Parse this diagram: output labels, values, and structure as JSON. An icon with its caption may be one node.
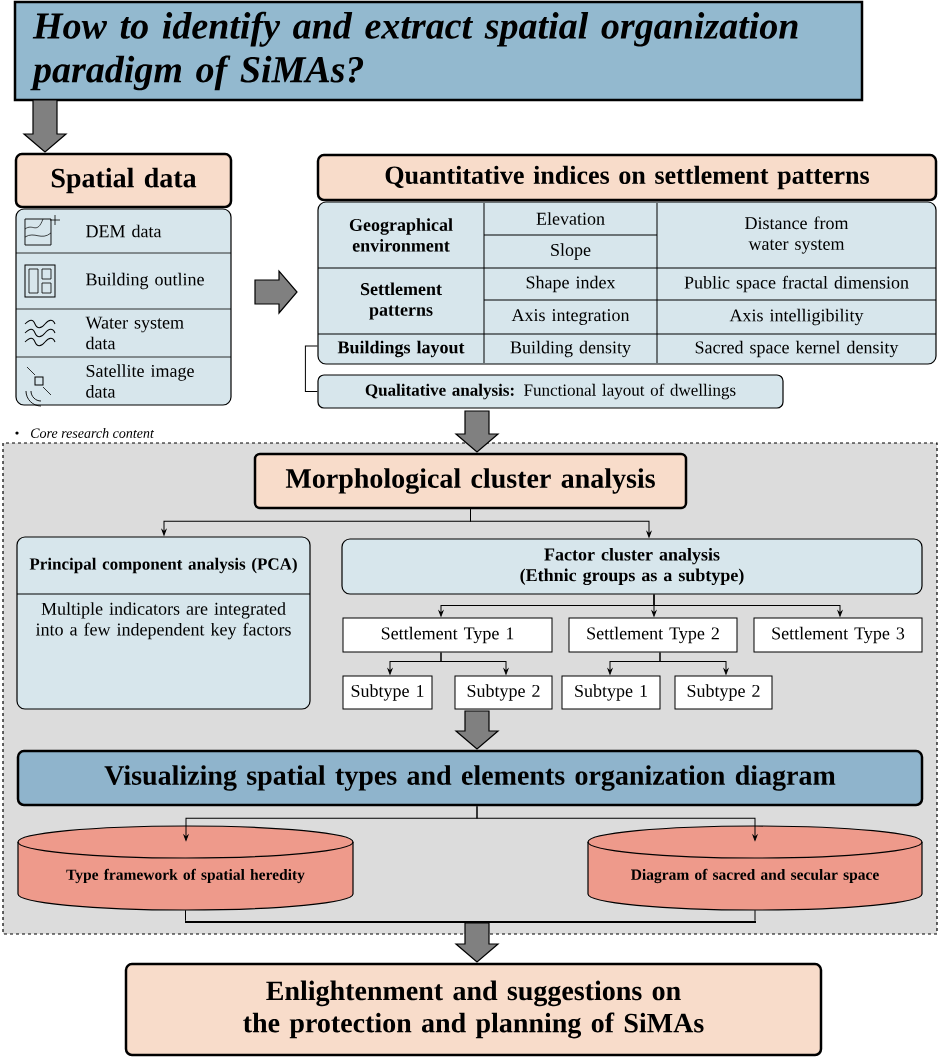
{
  "diagram": {
    "nodes": [
      {
        "text": [
          "How to identify and extract spatial organization paradigm of SiMAs?"
        ]
      },
      {
        "text": [
          "Spatial data"
        ]
      },
      {
        "text": [],
        "shape": "box"
      },
      {
        "text": [
          "DEM data"
        ],
        "in": 2
      },
      {
        "text": [
          "Building outline"
        ],
        "in": 2
      },
      {
        "text": [
          "Water system data"
        ],
        "in": 2
      },
      {
        "text": [
          "Satellite image data"
        ],
        "in": 2
      },
      {
        "text": [
          "Quantitative indices on settlement patterns"
        ]
      },
      {
        "text": [],
        "shape": "box"
      },
      {
        "text": [
          "**Qualitative analysis:** Functional layout of dwellings"
        ]
      },
      {
        "text": [
          "Core research content"
        ]
      },
      {
        "text": [
          "Morphological cluster analysis"
        ],
        "in": 10
      },
      {
        "text": [
          "Principal component analysis (PCA)",
          "Multiple indicators are integrated into a few independent key factors"
        ],
        "in": 10
      },
      {
        "text": [
          "Factor cluster analysis (Ethnic groups as a subtype)"
        ],
        "in": 10
      },
      {
        "text": [
          "Settlement Type 1"
        ],
        "in": 10
      },
      {
        "text": [
          "Settlement Type 2"
        ],
        "in": 10
      },
      {
        "text": [
          "Settlement Type 3"
        ],
        "in": 10
      },
      {
        "text": [
          "Subtype 1"
        ],
        "in": 10
      },
      {
        "text": [
          "Subtype 2"
        ],
        "in": 10
      },
      {
        "text": [
          "Subtype 1"
        ],
        "in": 10
      },
      {
        "text": [
          "Subtype 2"
        ],
        "in": 10
      },
      {
        "text": [
          "Visualizing spatial types and elements organization diagram"
        ],
        "in": 10
      },
      {
        "text": [
          "Type framework of spatial heredity"
        ],
        "in": 10
      },
      {
        "text": [
          "Diagram of sacred and secular space"
        ],
        "in": 10
      },
      {
        "text": [
          "Enlightenment and suggestions on the protection and planning of SiMAs"
        ]
      },
      {
        "text": [],
        "shape": "bar",
        "in": 10
      }
    ],
    "edges": [
      {
        "from": 0,
        "to": 1,
        "arrow": "to",
        "style": "thick"
      },
      {
        "from": 2,
        "to": 8,
        "arrow": "to",
        "style": "thick"
      },
      {
        "from": 8,
        "to": 9,
        "arrow": "none"
      },
      {
        "from": 9,
        "to": 11,
        "arrow": "to",
        "style": "thick"
      },
      {
        "from": 11,
        "to": 12,
        "arrow": "to"
      },
      {
        "from": 11,
        "to": 13,
        "arrow": "to"
      },
      {
        "from": 13,
        "to": 14,
        "arrow": "to"
      },
      {
        "from": 13,
        "to": 15,
        "arrow": "to"
      },
      {
        "from": 13,
        "to": 16,
        "arrow": "to"
      },
      {
        "from": 14,
        "to": 17,
        "arrow": "to"
      },
      {
        "from": 14,
        "to": 18,
        "arrow": "to"
      },
      {
        "from": 15,
        "to": 19,
        "arrow": "to"
      },
      {
        "from": 15,
        "to": 20,
        "arrow": "to"
      },
      {
        "from": 18,
        "to": 21,
        "arrow": "to",
        "style": "thick"
      },
      {
        "from": 21,
        "to": 22,
        "arrow": "to"
      },
      {
        "from": 21,
        "to": 23,
        "arrow": "to"
      },
      {
        "from": 22,
        "to": 25,
        "arrow": "none"
      },
      {
        "from": 23,
        "to": 25,
        "arrow": "none"
      },
      {
        "from": 25,
        "to": 24,
        "arrow": "to",
        "style": "thick"
      }
    ],
    "labels": [
      "Geographical environment",
      "Elevation",
      "Distance from water system",
      "Slope",
      "Settlement patterns",
      "Shape index",
      "Public space fractal dimension",
      "Axis integration",
      "Axis intelligibility",
      "Buildings layout",
      "Building density",
      "Sacred space kernel density"
    ]
  }
}
